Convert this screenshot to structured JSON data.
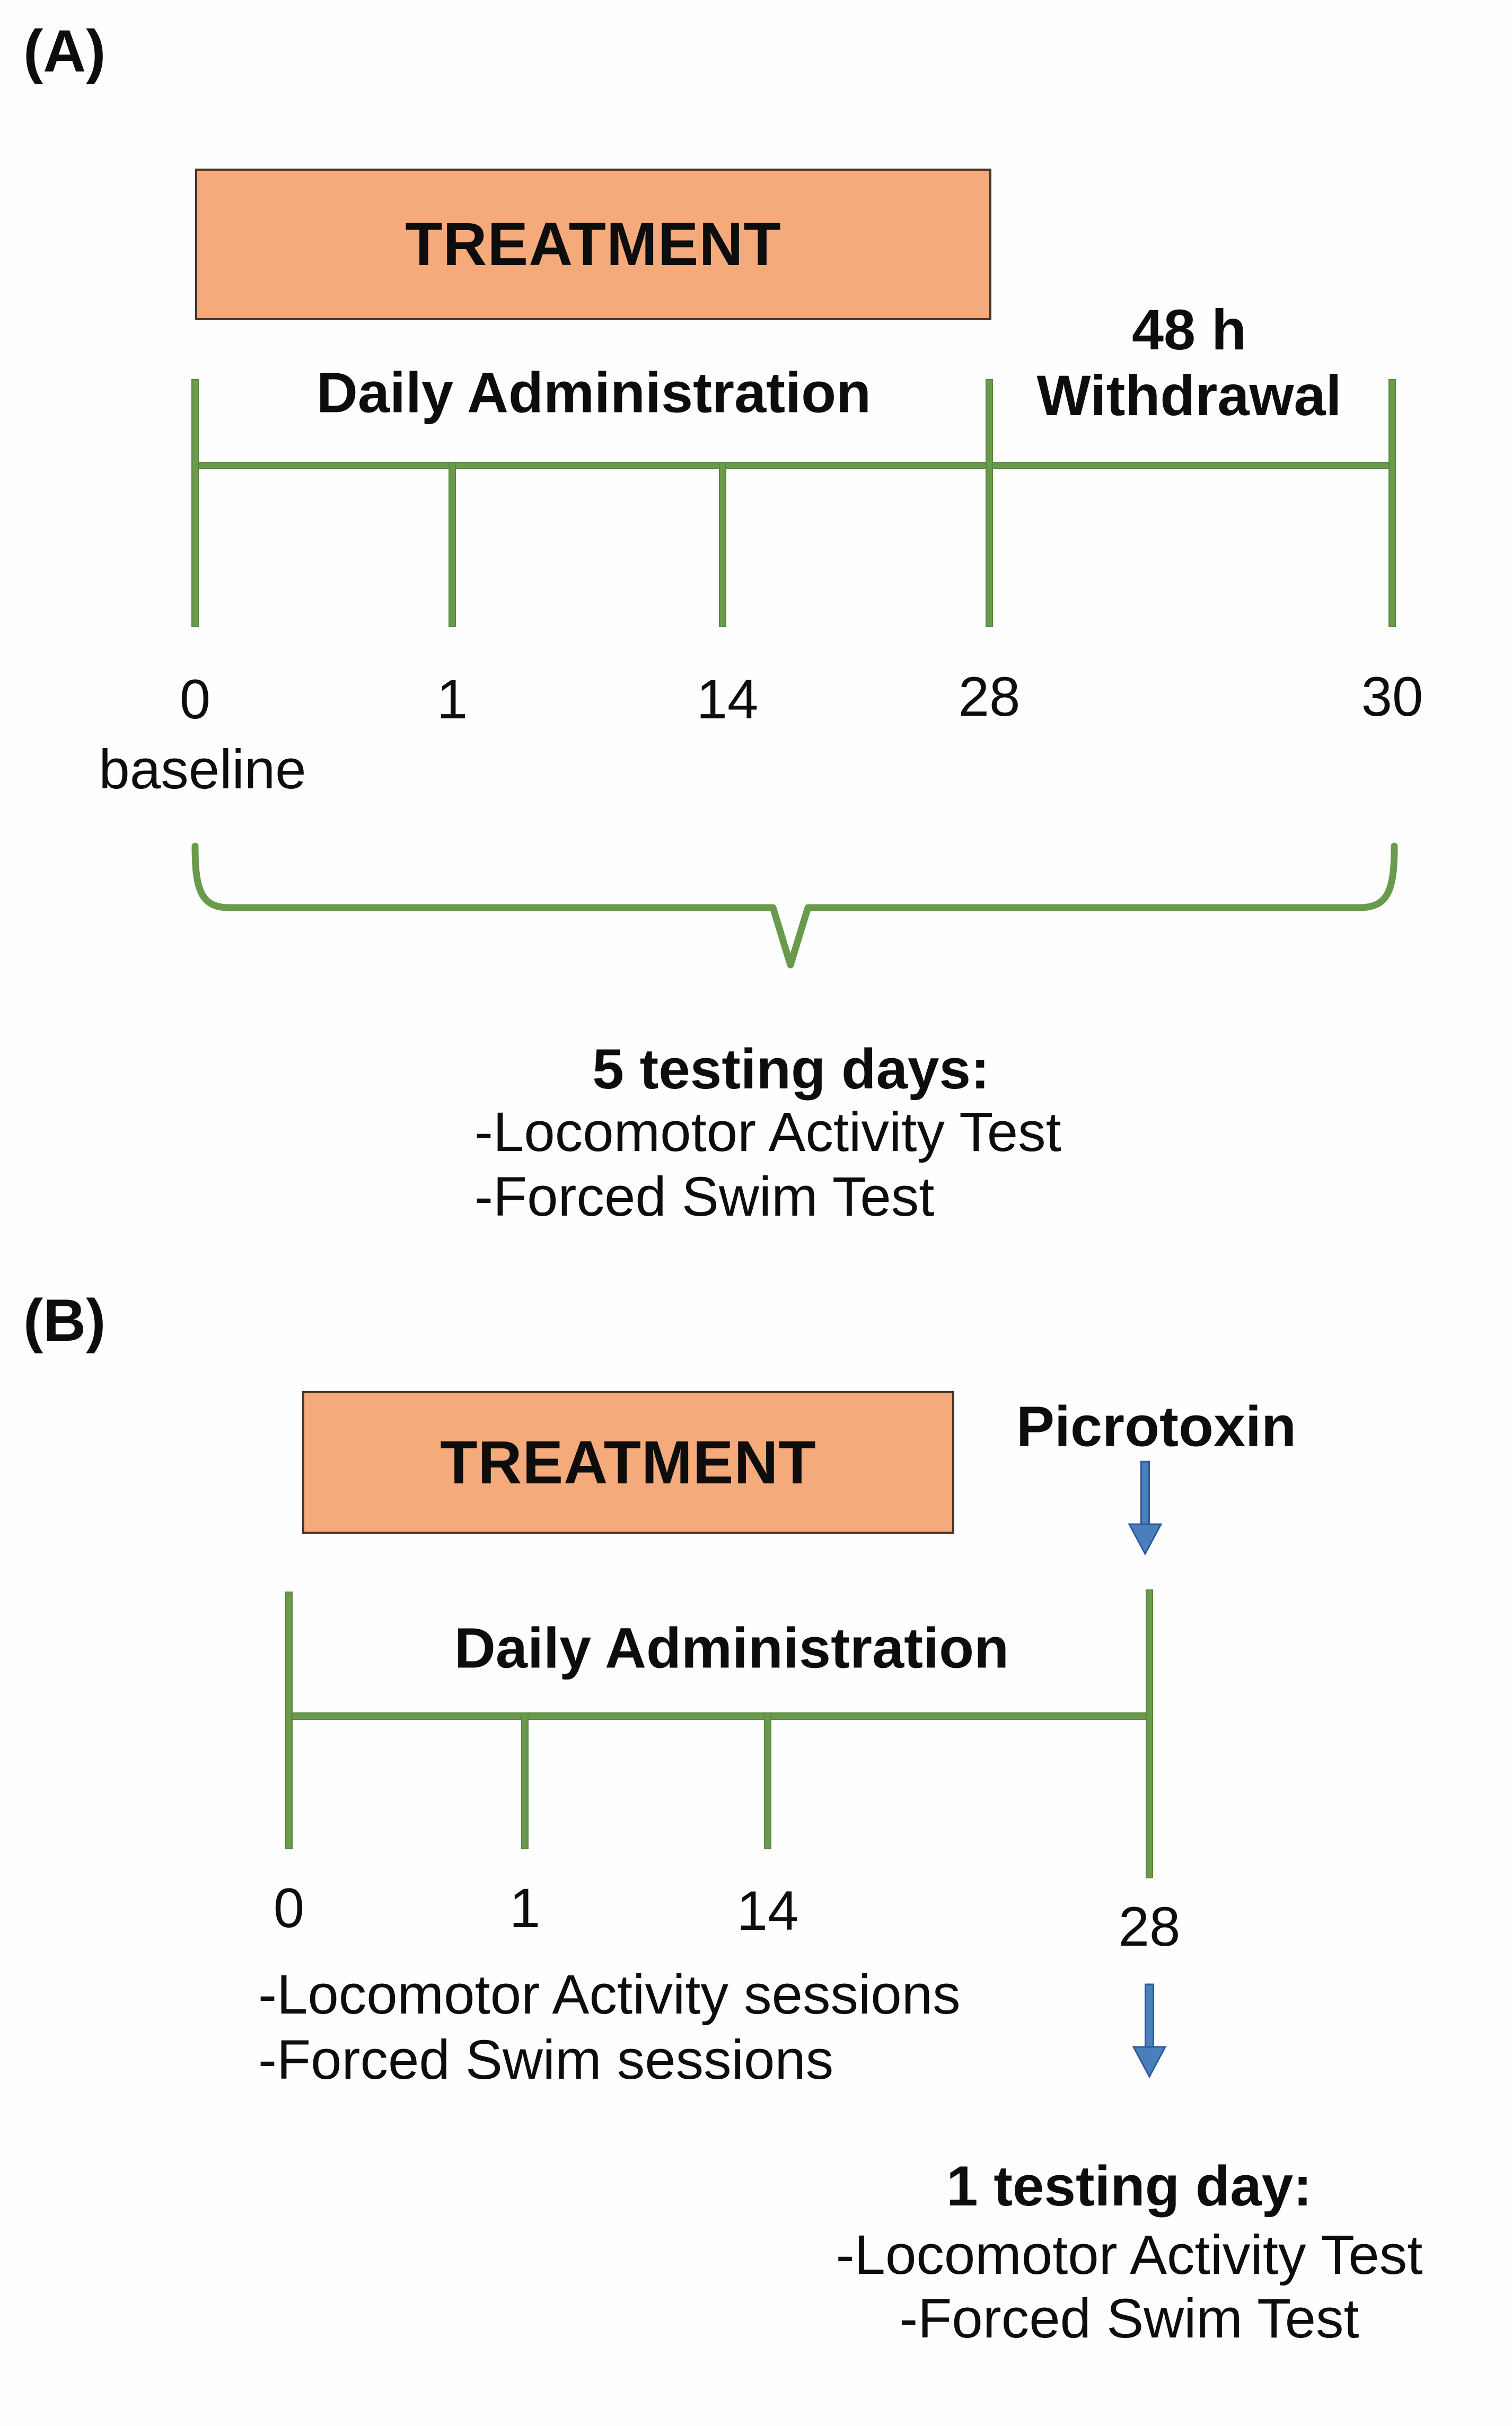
{
  "panelA": {
    "label": "(A)",
    "treatment_label": "TREATMENT",
    "daily_administration": "Daily Administration",
    "withdrawal_line1": "48 h",
    "withdrawal_line2": "Withdrawal",
    "tick_labels": [
      "0",
      "1",
      "14",
      "28",
      "30"
    ],
    "baseline_label": "baseline",
    "testing_title": "5 testing days:",
    "testing_items": [
      "-Locomotor Activity Test",
      "-Forced Swim Test"
    ]
  },
  "panelB": {
    "label": "(B)",
    "treatment_label": "TREATMENT",
    "picrotoxin_label": "Picrotoxin",
    "daily_administration": "Daily Administration",
    "tick_labels": [
      "0",
      "1",
      "14",
      "28"
    ],
    "session_items": [
      "-Locomotor Activity sessions",
      "-Forced Swim sessions"
    ],
    "testing_title": "1 testing day:",
    "testing_items": [
      "-Locomotor Activity Test",
      "-Forced Swim Test"
    ]
  },
  "colors": {
    "timeline-green": "#6A9A4C",
    "treatment-fill": "#F4AA7A",
    "treatment-border": "#4A3526",
    "arrow-blue": "#4A7EBD",
    "arrow-blue-border": "#2F5A9B",
    "text": "#0D0D0D",
    "background": "#FEFEFE"
  }
}
